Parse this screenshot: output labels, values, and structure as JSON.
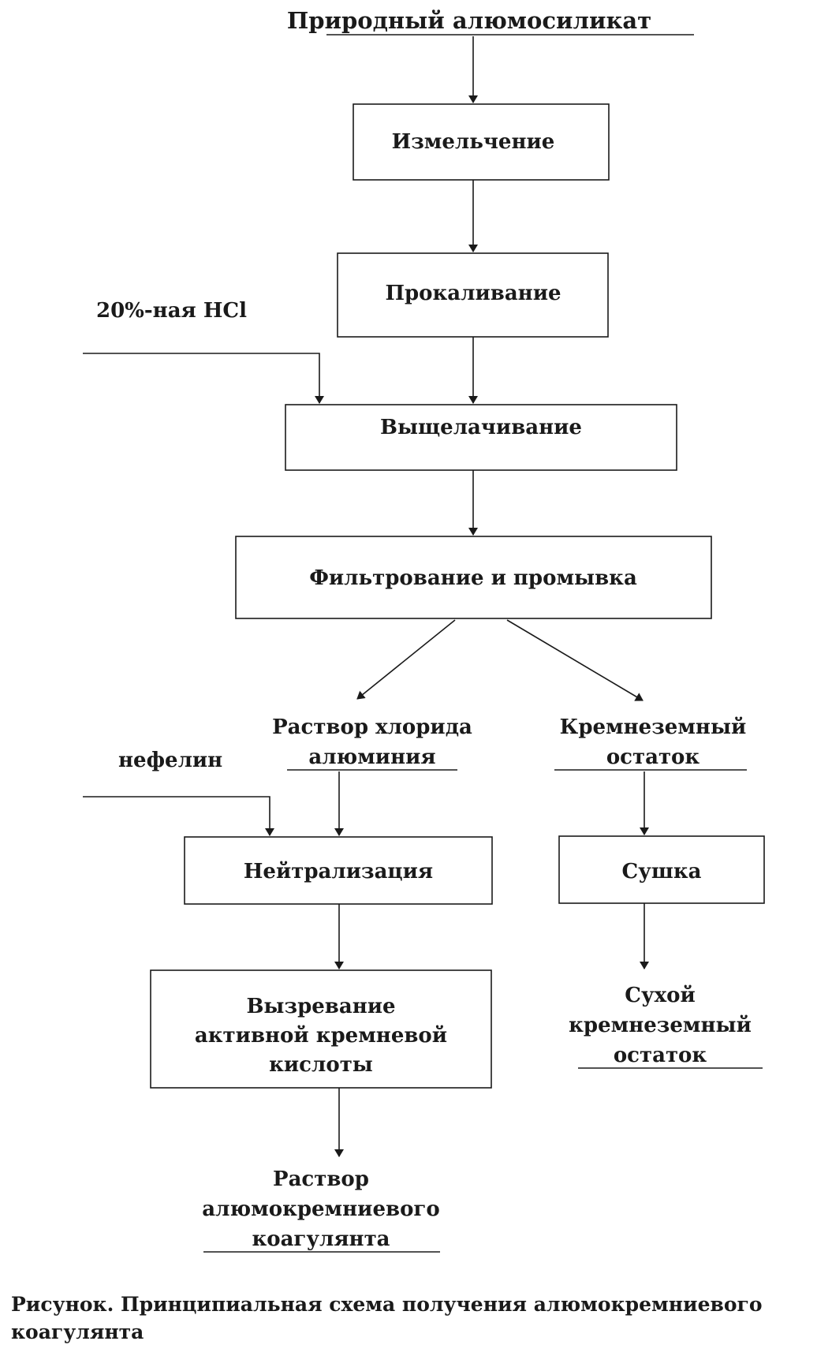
{
  "diagram": {
    "source": "Природный алюмосиликат",
    "steps": {
      "grinding": "Измельчение",
      "calcination": "Прокаливание",
      "leaching": "Выщелачивание",
      "filtration": "Фильтрование и промывка",
      "neutralization": "Нейтрализация",
      "maturation": [
        "Вызревание",
        "активной кремневой",
        "кислоты"
      ],
      "drying": "Сушка"
    },
    "inputs": {
      "acid": "20%-ная HCl",
      "nepheline": "нефелин"
    },
    "intermediates": {
      "aluminum_chloride": [
        "Раствор хлорида",
        "алюминия"
      ],
      "silica_residue": [
        "Кремнеземный",
        "остаток"
      ]
    },
    "products": {
      "dry_residue": [
        "Сухой",
        "кремнеземный",
        "остаток"
      ],
      "coagulant": [
        "Раствор",
        "алюмокремниевого",
        "коагулянта"
      ]
    },
    "caption": [
      "Рисунок. Принципиальная схема получения алюмокремниевого",
      "коагулянта"
    ]
  }
}
